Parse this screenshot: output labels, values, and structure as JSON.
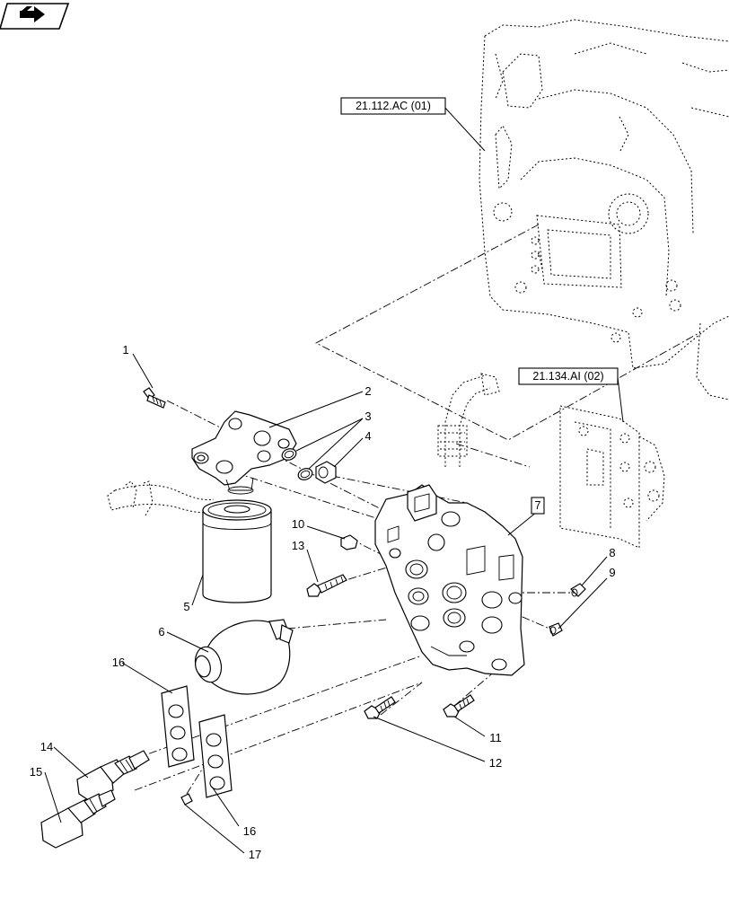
{
  "diagram": {
    "references": [
      {
        "id": "ref-21-112",
        "text": "21.112.AC (01)"
      },
      {
        "id": "ref-21-134",
        "text": "21.134.AI (02)"
      },
      {
        "id": "ref-7",
        "text": "7"
      }
    ],
    "callouts": [
      "1",
      "2",
      "3",
      "4",
      "5",
      "6",
      "8",
      "9",
      "10",
      "11",
      "12",
      "13",
      "14",
      "15",
      "16",
      "16",
      "17"
    ]
  },
  "nav": {
    "icon": "next-page-arrow-icon"
  }
}
